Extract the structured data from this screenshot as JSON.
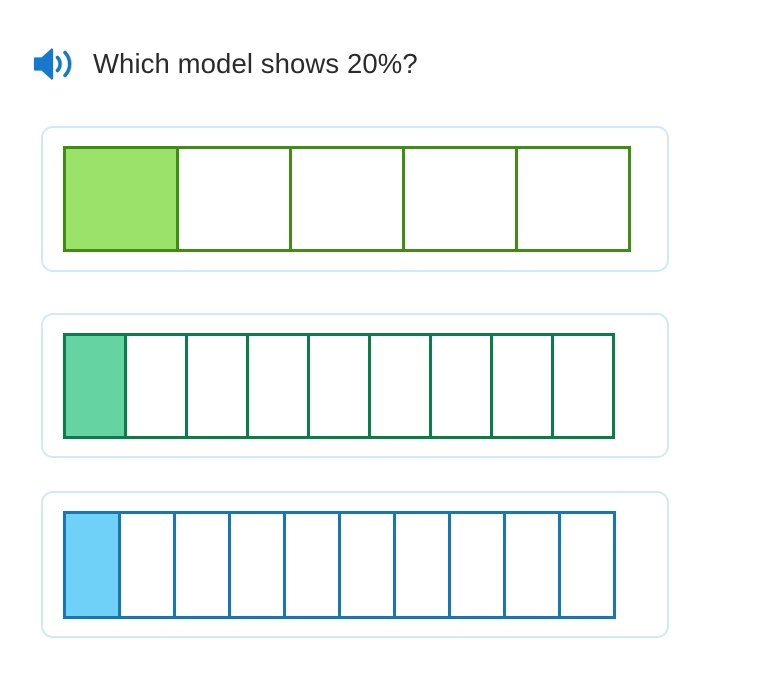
{
  "question": {
    "text": "Which model shows 20%?",
    "audio_icon": "speaker-icon",
    "audio_icon_color": "#1878d0"
  },
  "options": [
    {
      "id": "model-a",
      "cells_total": 5,
      "cells_filled": 1,
      "percent_shown": "20%",
      "fill_color": "#9be26b",
      "border_color": "#3f8d12"
    },
    {
      "id": "model-b",
      "cells_total": 9,
      "cells_filled": 1,
      "percent_shown": "11%",
      "fill_color": "#66d3a2",
      "border_color": "#0b7d4a"
    },
    {
      "id": "model-c",
      "cells_total": 10,
      "cells_filled": 1,
      "percent_shown": "10%",
      "fill_color": "#6fd0f8",
      "border_color": "#1577b8"
    }
  ],
  "card_border_color": "#cfe9fa",
  "background_color": "#ffffff"
}
